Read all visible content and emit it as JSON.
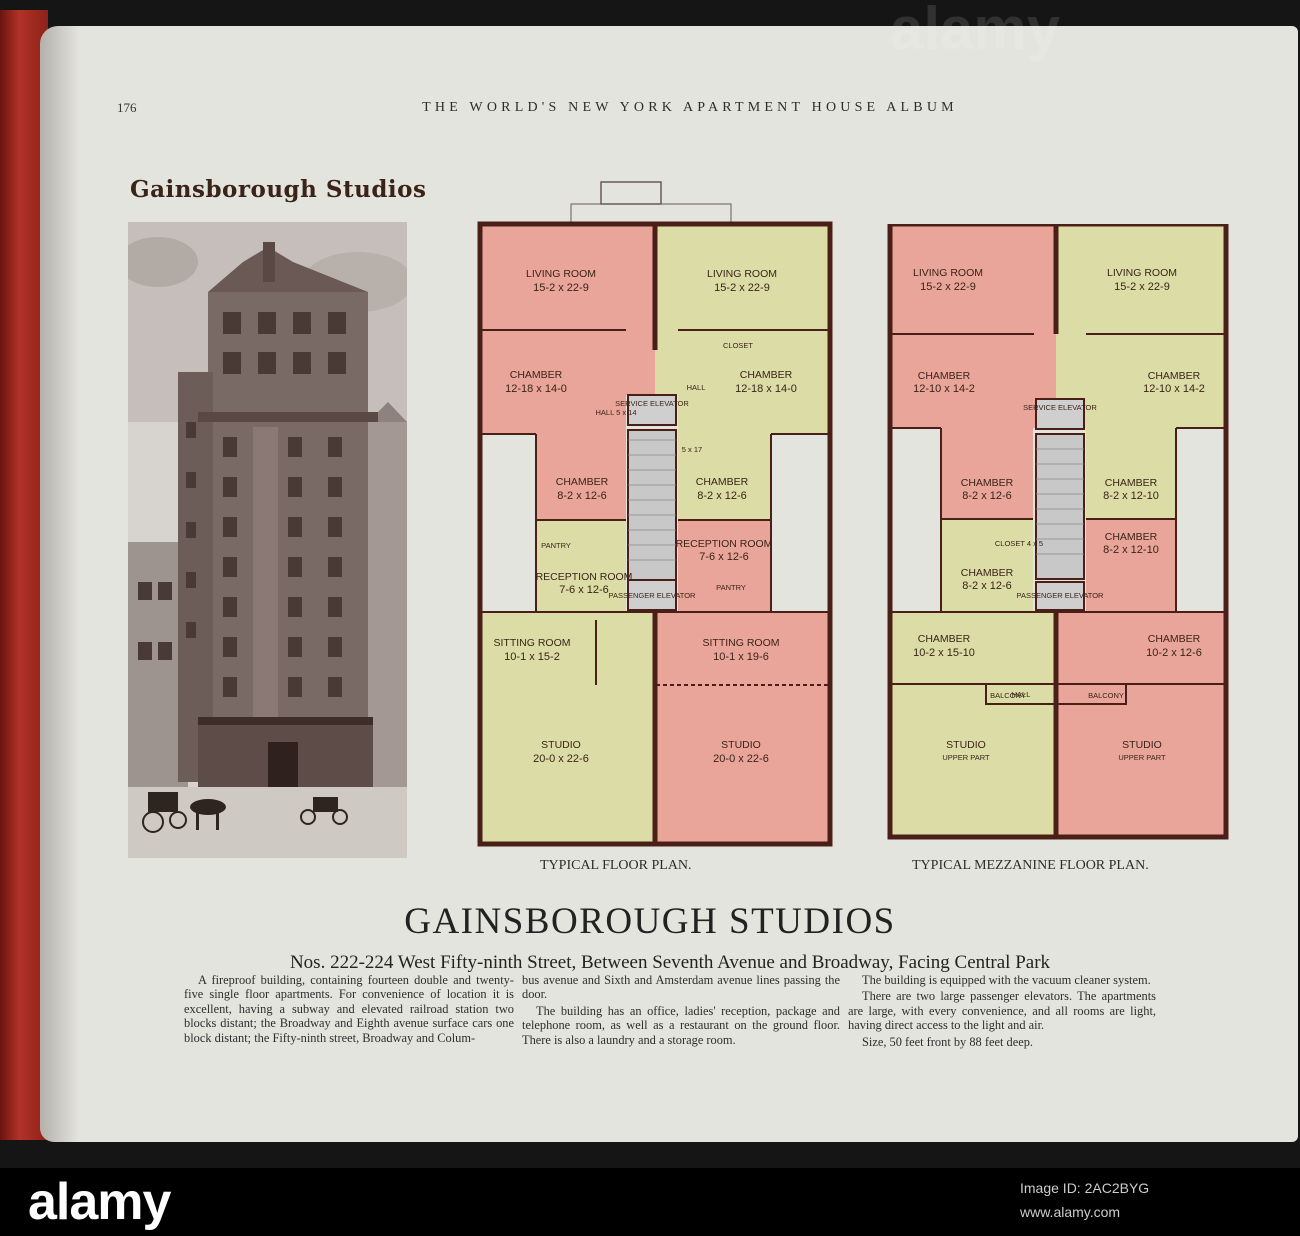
{
  "page": {
    "number": "176",
    "running_head": "THE WORLD'S NEW YORK APARTMENT HOUSE ALBUM",
    "building_name": "Gainsborough Studios"
  },
  "colors": {
    "pink": "#eaa59a",
    "cream": "#dcdca6",
    "wall": "#4a1f18",
    "paper": "#e4e4df"
  },
  "floor_plans": {
    "typical": {
      "caption": "TYPICAL FLOOR PLAN.",
      "living_room_left": "LIVING ROOM",
      "living_room_left_dim": "15-2 x 22-9",
      "living_room_right": "LIVING ROOM",
      "living_room_right_dim": "15-2 x 22-9",
      "chamber_left": "CHAMBER",
      "chamber_left_dim": "12-18 x 14-0",
      "chamber_right": "CHAMBER",
      "chamber_right_dim": "12-18 x 14-0",
      "chamber2_left": "CHAMBER",
      "chamber2_left_dim": "8-2 x 12-6",
      "chamber2_right": "CHAMBER",
      "chamber2_right_dim": "8-2 x 12-6",
      "pantry": "PANTRY",
      "closet": "CLOSET",
      "hall": "HALL",
      "hall_dim": "HALL 5 x 14",
      "dim_5x17": "5 x 17",
      "service_elevator": "SERVICE ELEVATOR",
      "passenger_elevator": "PASSENGER ELEVATOR",
      "reception_left": "RECEPTION ROOM",
      "reception_left_dim": "7-6 x 12-6",
      "reception_right": "RECEPTION ROOM",
      "reception_right_dim": "7-6 x 12-6",
      "sitting_left": "SITTING ROOM",
      "sitting_left_dim": "10-1 x 15-2",
      "sitting_right": "SITTING ROOM",
      "sitting_right_dim": "10-1 x 19-6",
      "studio_left": "STUDIO",
      "studio_left_dim": "20-0 x 22-6",
      "studio_right": "STUDIO",
      "studio_right_dim": "20-0 x 22-6"
    },
    "mezzanine": {
      "caption": "TYPICAL MEZZANINE FLOOR PLAN.",
      "living_room_left": "LIVING ROOM",
      "living_room_left_dim": "15-2 x 22-9",
      "living_room_right": "LIVING ROOM",
      "living_room_right_dim": "15-2 x 22-9",
      "chamber_left": "CHAMBER",
      "chamber_left_dim": "12-10 x 14-2",
      "chamber_right": "CHAMBER",
      "chamber_right_dim": "12-10 x 14-2",
      "chamber2_left": "CHAMBER",
      "chamber2_left_dim": "8-2 x 12-6",
      "chamber2_right": "CHAMBER",
      "chamber2_right_dim": "8-2 x 12-10",
      "chamber3_left": "CHAMBER",
      "chamber3_left_dim": "8-2 x 12-6",
      "chamber3_right": "CHAMBER",
      "chamber3_right_dim": "8-2 x 12-10",
      "closet_dim": "CLOSET 4 x 5",
      "service_elevator": "SERVICE ELEVATOR",
      "passenger_elevator": "PASSENGER ELEVATOR",
      "chamber4_left": "CHAMBER",
      "chamber4_left_dim": "10-2 x 15-10",
      "chamber4_right": "CHAMBER",
      "chamber4_right_dim": "10-2 x 12-6",
      "balcony": "BALCONY",
      "hall": "HALL",
      "studio_left": "STUDIO",
      "studio_left_sub": "UPPER PART",
      "studio_right": "STUDIO",
      "studio_right_sub": "UPPER PART"
    }
  },
  "article": {
    "title": "GAINSBOROUGH STUDIOS",
    "address": "Nos. 222-224 West Fifty-ninth Street, Between Seventh Avenue and Broadway, Facing Central Park",
    "col1_p1": "A fireproof building, containing fourteen double and twenty-five single floor apartments. For convenience of location it is excellent, having a subway and elevated railroad station two blocks distant; the Broadway and Eighth avenue surface cars one block distant; the Fifty-ninth street, Broadway and Colum-",
    "col2_p1": "bus avenue and Sixth and Amsterdam avenue lines passing the door.",
    "col2_p2": "The building has an office, ladies' reception, package and telephone room, as well as a restaurant on the ground floor. There is also a laundry and a storage room.",
    "col3_p1": "The building is equipped with the vacuum cleaner system.",
    "col3_p2": "There are two large passenger elevators. The apartments are large, with every convenience, and all rooms are light, having direct access to the light and air.",
    "col3_p3": "Size, 50 feet front by 88 feet deep."
  },
  "watermark": {
    "logo": "alamy",
    "image_id": "Image ID: 2AC2BYG",
    "url": "www.alamy.com"
  }
}
